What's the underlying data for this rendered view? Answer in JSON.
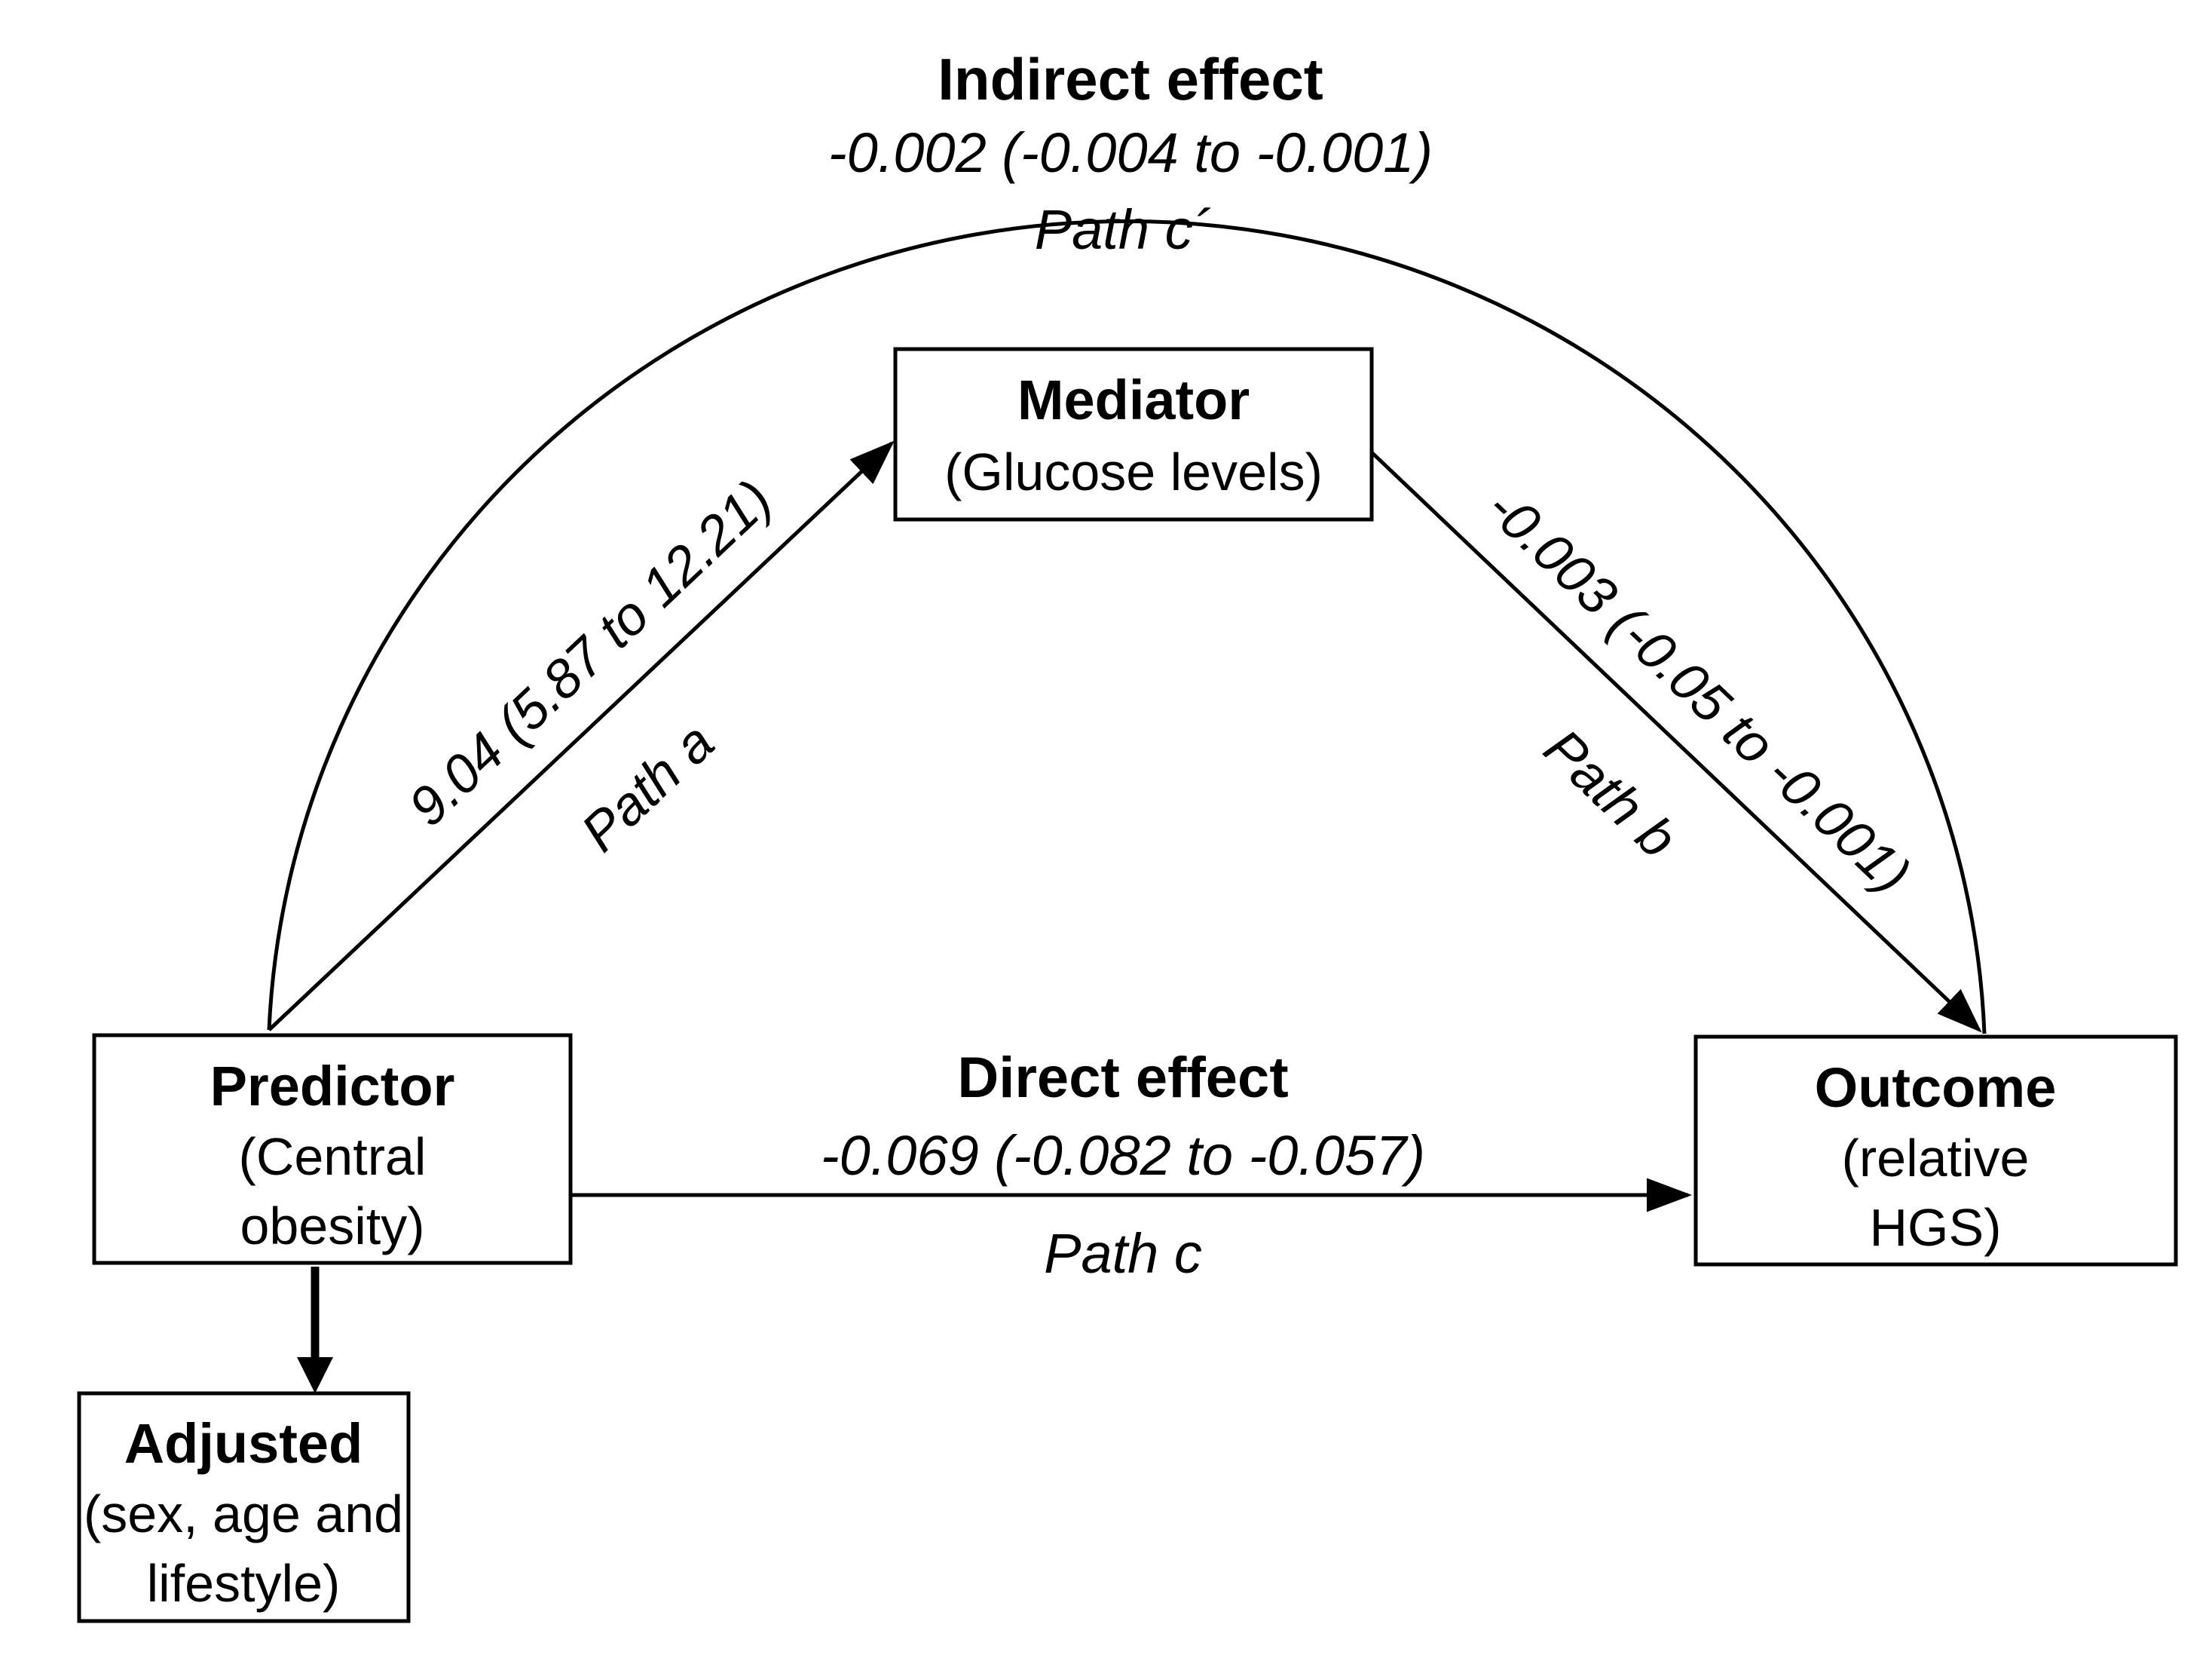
{
  "boxes": {
    "mediator": {
      "title": "Mediator",
      "subtitle1": "(Glucose levels)"
    },
    "predictor": {
      "title": "Predictor",
      "subtitle1": "(Central",
      "subtitle2": "obesity)"
    },
    "outcome": {
      "title": "Outcome",
      "subtitle1": "(relative",
      "subtitle2": "HGS)"
    },
    "adjusted": {
      "title": "Adjusted",
      "subtitle1": "(sex, age and",
      "subtitle2": "lifestyle)"
    }
  },
  "labels": {
    "indirect_effect": {
      "title": "Indirect effect",
      "value": "-0.002 (-0.004 to -0.001)",
      "path_name": "Path c´"
    },
    "direct_effect": {
      "title": "Direct effect",
      "value": "-0.069 (-0.082 to -0.057)",
      "path_name": "Path c"
    },
    "path_a": {
      "value": "9.04 (5.87 to 12.21)",
      "path_name": "Path a"
    },
    "path_b": {
      "value": "-0.003 (-0.05 to -0.001)",
      "path_name": "Path b"
    }
  },
  "colors": {
    "line": "#000000",
    "text": "#000000",
    "background": "#ffffff",
    "box_fill": "#ffffff"
  }
}
